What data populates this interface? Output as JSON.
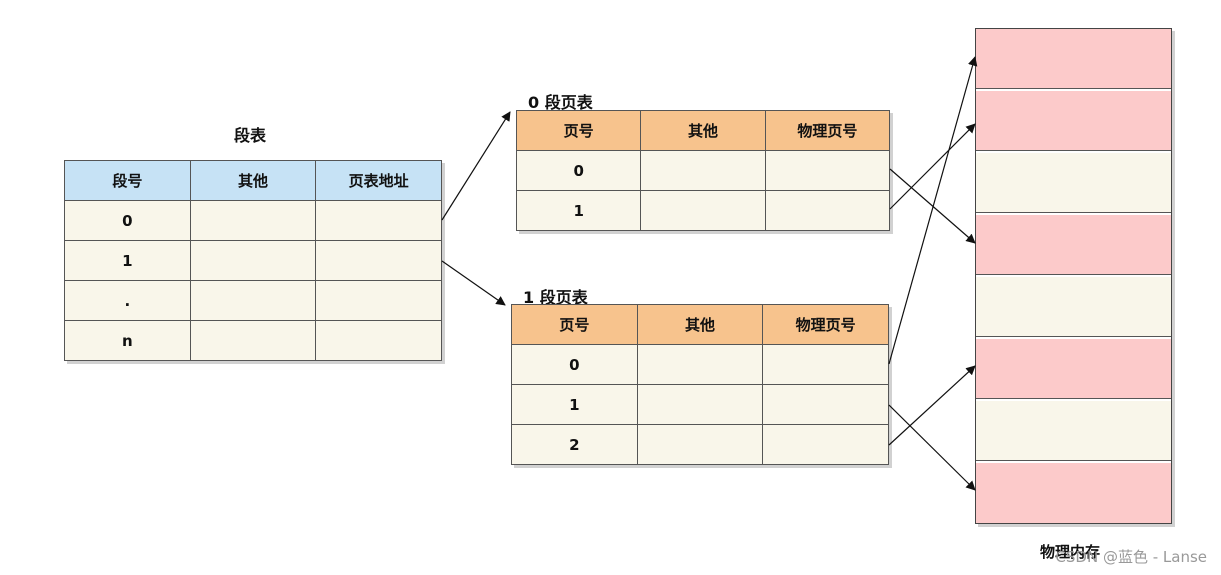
{
  "segment_table": {
    "title": "段表",
    "headers": [
      "段号",
      "其他",
      "页表地址"
    ],
    "rows": [
      [
        "0",
        "",
        ""
      ],
      [
        "1",
        "",
        ""
      ],
      [
        ".",
        "",
        ""
      ],
      [
        "n",
        "",
        ""
      ]
    ]
  },
  "page_table_0": {
    "title": "0 段页表",
    "headers": [
      "页号",
      "其他",
      "物理页号"
    ],
    "rows": [
      [
        "0",
        "",
        ""
      ],
      [
        "1",
        "",
        ""
      ]
    ]
  },
  "page_table_1": {
    "title": "1 段页表",
    "headers": [
      "页号",
      "其他",
      "物理页号"
    ],
    "rows": [
      [
        "0",
        "",
        ""
      ],
      [
        "1",
        "",
        ""
      ],
      [
        "2",
        "",
        ""
      ]
    ]
  },
  "physical_memory": {
    "label": "物理内存",
    "blocks": [
      "pink",
      "pink",
      "cream",
      "pink",
      "cream",
      "pink",
      "cream",
      "pink"
    ]
  },
  "colors": {
    "segment_header": "#c6e2f5",
    "page_header": "#f7c38d",
    "cell": "#f9f6ea",
    "mem_pink": "#fccaca",
    "mem_cream": "#f9f6ea"
  },
  "watermark": "CSDN @蓝色 - Lanse"
}
